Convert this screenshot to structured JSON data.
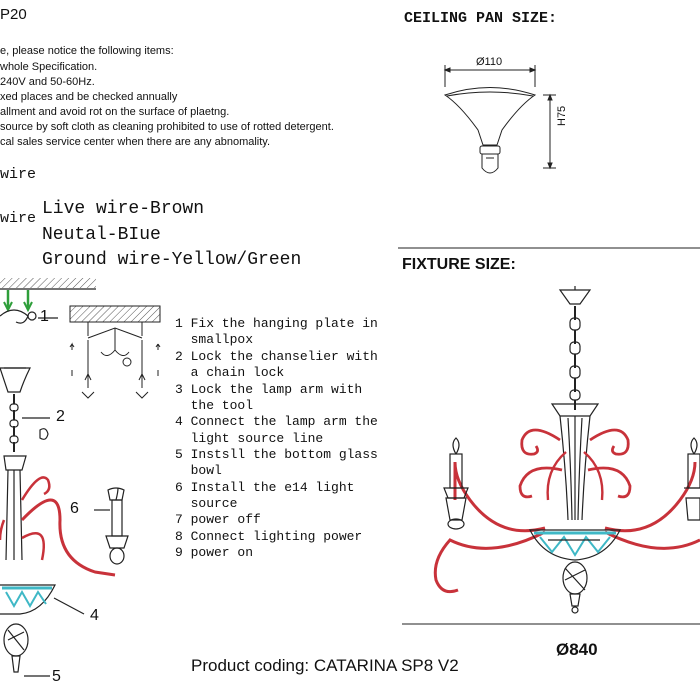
{
  "header": {
    "code_fragment": "P20"
  },
  "notice": {
    "lines": [
      "e, please notice the following items:",
      "whole Specification.",
      "240V and 50-60Hz.",
      "xed places and be checked annually",
      "allment and avoid rot on the surface of plaetng.",
      "source by soft cloth as cleaning prohibited to use of rotted detergent.",
      "cal sales service center when there are any abnomality."
    ]
  },
  "wiring": {
    "heading_1": "wire",
    "heading_2": "wire",
    "lines": [
      "Live wire-Brown",
      "Neutal-BIue",
      "Ground wire-Yellow/Green"
    ]
  },
  "ceiling_pan": {
    "title": "CEILING PAN SIZE:",
    "width_label": "Ø110",
    "height_label": "H75"
  },
  "fixture": {
    "title": "FIXTURE SIZE:",
    "diameter_label": "Ø840"
  },
  "callouts": [
    "1",
    "2",
    "6",
    "4",
    "5"
  ],
  "steps": [
    "1 Fix the hanging plate in",
    "  smallpox",
    "2 Lock the chanselier with",
    "  a chain lock",
    "3 Lock the lamp arm with",
    "  the tool",
    "4 Connect the lamp arm the",
    "  light source line",
    "5 Instsll the bottom glass",
    "  bowl",
    "6 Install the e14 light",
    "  source",
    "7 power off",
    "8 Connect lighting power",
    "9 power on"
  ],
  "product": {
    "coding": "Product coding: CATARINA SP8 V2"
  },
  "colors": {
    "arm_red": "#c8323a",
    "glass_cyan": "#3fb8c6",
    "wire_green": "#2e9e3a",
    "line": "#222222"
  }
}
